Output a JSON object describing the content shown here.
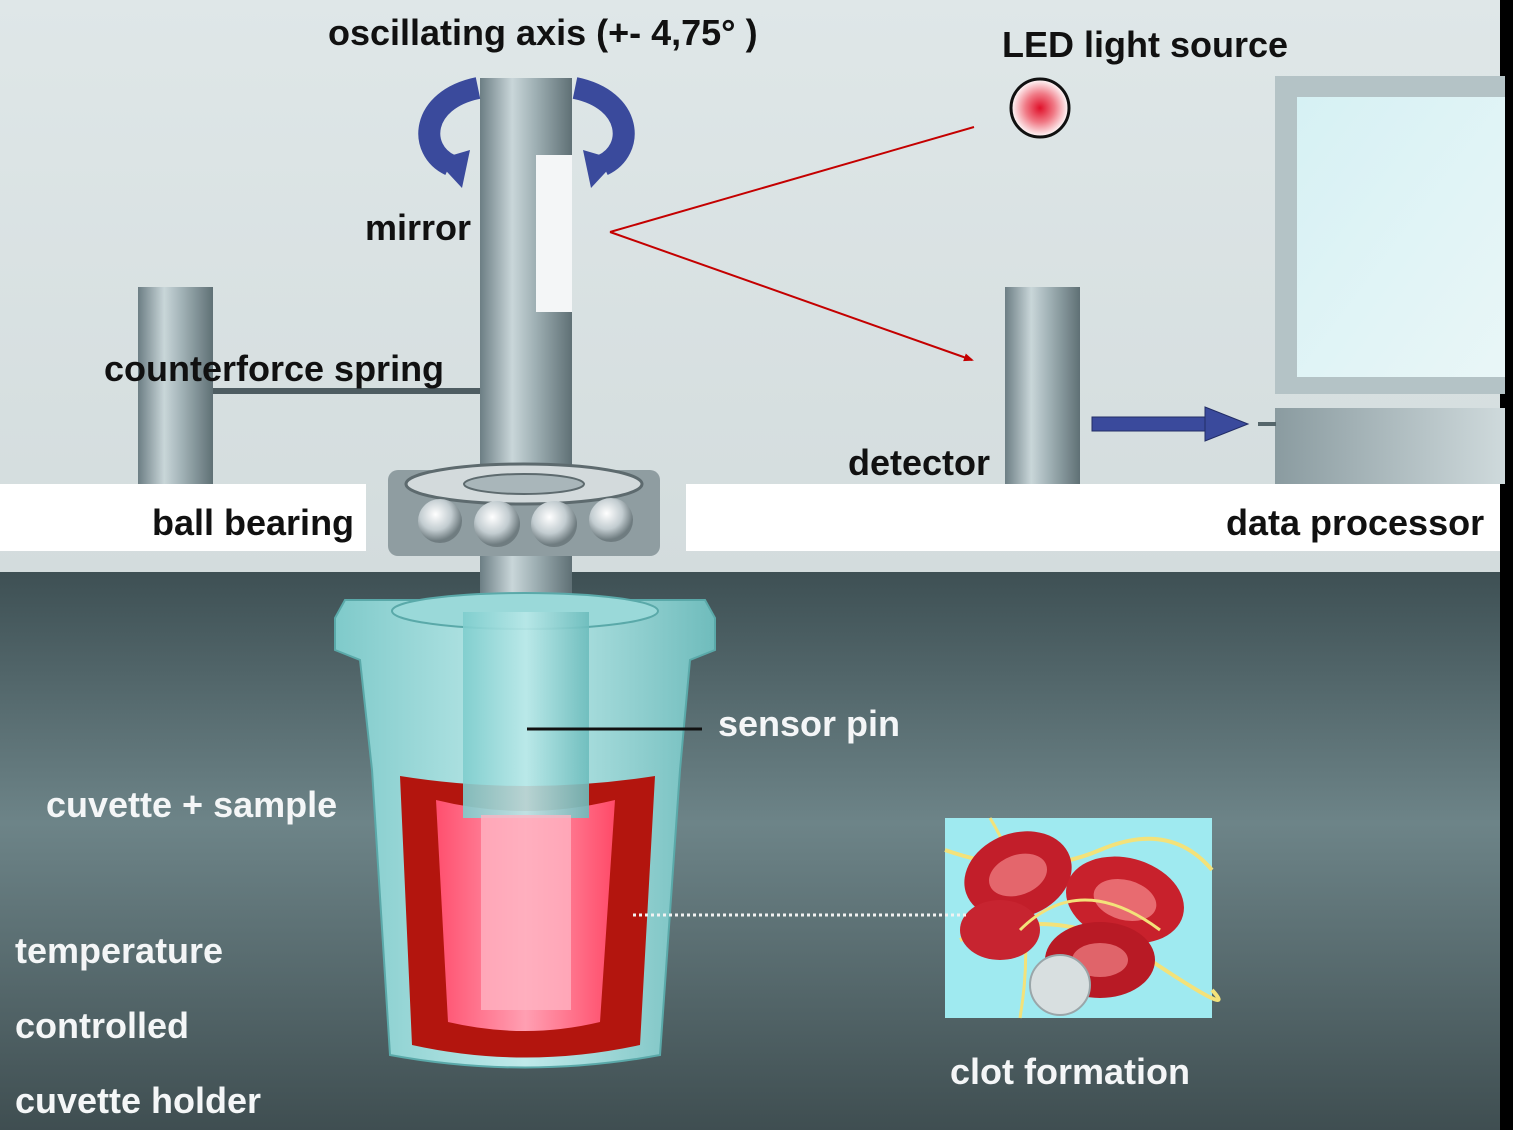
{
  "labels": {
    "oscillating_axis": "oscillating axis (+- 4,75° )",
    "led_light_source": "LED light source",
    "mirror": "mirror",
    "counterforce_spring": "counterforce spring",
    "detector": "detector",
    "ball_bearing": "ball bearing",
    "data_processor": "data processor",
    "sensor_pin": "sensor pin",
    "cuvette_sample": "cuvette + sample",
    "temperature_line1": "temperature",
    "temperature_line2": "controlled",
    "temperature_line3": "cuvette holder",
    "clot_formation": "clot formation"
  },
  "colors": {
    "upper_background": "#d9e2e3",
    "lower_background": "#4f6468",
    "light_path": "#c40000",
    "rotation_arrows": "#3a4a9c",
    "data_arrow": "#3a4a9c",
    "sample_blood": "#b3150e",
    "sample_light": "#ff5a78",
    "cuvette": "#8fd3d3"
  },
  "icons": {
    "rotation": "curved-rotation-arrows-icon",
    "led": "red-led-dot-icon",
    "data_flow": "right-arrow-icon"
  }
}
